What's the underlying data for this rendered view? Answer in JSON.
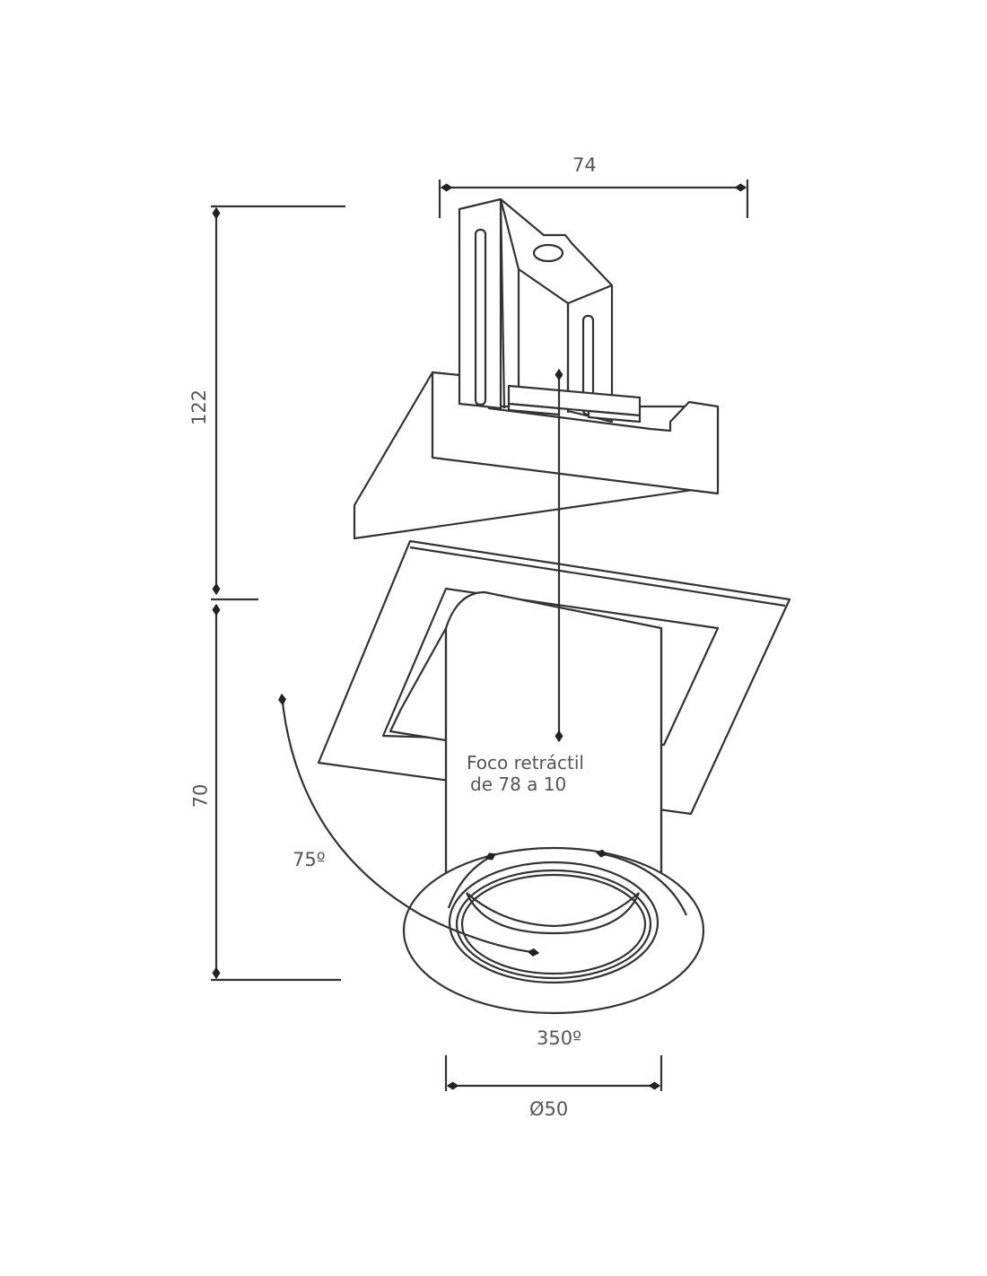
{
  "dimensions": {
    "width_top": "74",
    "height_upper": "122",
    "height_lower": "70",
    "diameter": "Ø50"
  },
  "annotations": {
    "retract_line1": "Foco retráctil",
    "retract_line2": "de  78 a 10",
    "tilt_angle": "75º",
    "rotation_angle": "350º"
  }
}
